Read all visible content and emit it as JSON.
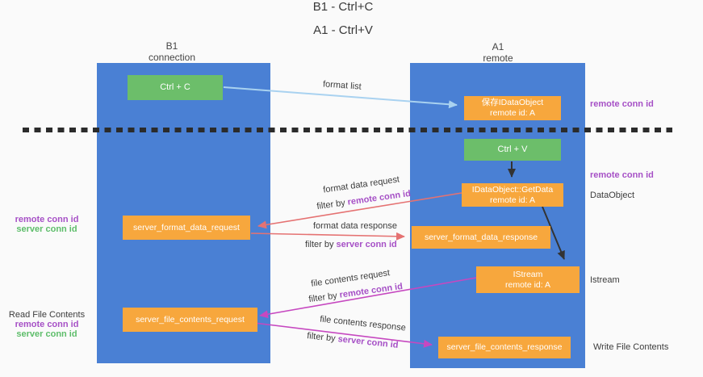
{
  "title": {
    "line1": "B1 - Ctrl+C",
    "line2": "A1 - Ctrl+V"
  },
  "lifelines": {
    "left": {
      "name": "B1",
      "role": "connection"
    },
    "right": {
      "name": "A1",
      "role": "remote"
    }
  },
  "boxes": {
    "ctrl_c": {
      "label": "Ctrl + C"
    },
    "save_dataobject": {
      "line1": "保存IDataObject",
      "line2": "remote id: A"
    },
    "ctrl_v": {
      "label": "Ctrl + V"
    },
    "getdata": {
      "line1": "IDataObject::GetData",
      "line2": "remote id: A"
    },
    "format_request": {
      "label": "server_format_data_request"
    },
    "format_response": {
      "label": "server_format_data_response"
    },
    "istream": {
      "line1": "IStream",
      "line2": "remote id: A"
    },
    "file_request": {
      "label": "server_file_contents_request"
    },
    "file_response": {
      "label": "server_file_contents_response"
    }
  },
  "arrow_labels": {
    "format_list": "format list",
    "format_data_request": "format data request",
    "format_data_response": "format data response",
    "file_contents_request": "file contents request",
    "file_contents_response": "file contents response",
    "filter_by": "filter by",
    "remote_conn_id": "remote conn id",
    "server_conn_id": "server conn id"
  },
  "side_labels": {
    "remote_conn_id": "remote conn id",
    "server_conn_id": "server conn id",
    "dataobject": "DataObject",
    "istream": "Istream",
    "read_file_contents": "Read File Contents",
    "write_file_contents": "Write File Contents"
  },
  "colors": {
    "column_blue": "#4a80d4",
    "box_green": "#6cbe6a",
    "box_orange": "#f7a73d",
    "arrow_light_blue": "#a9d2f0",
    "arrow_red": "#e57272",
    "arrow_magenta": "#c648c0",
    "arrow_black": "#333333",
    "text_purple": "#a650c6",
    "text_green": "#5dbd6a",
    "dashed_line": "#2b2b2b"
  }
}
